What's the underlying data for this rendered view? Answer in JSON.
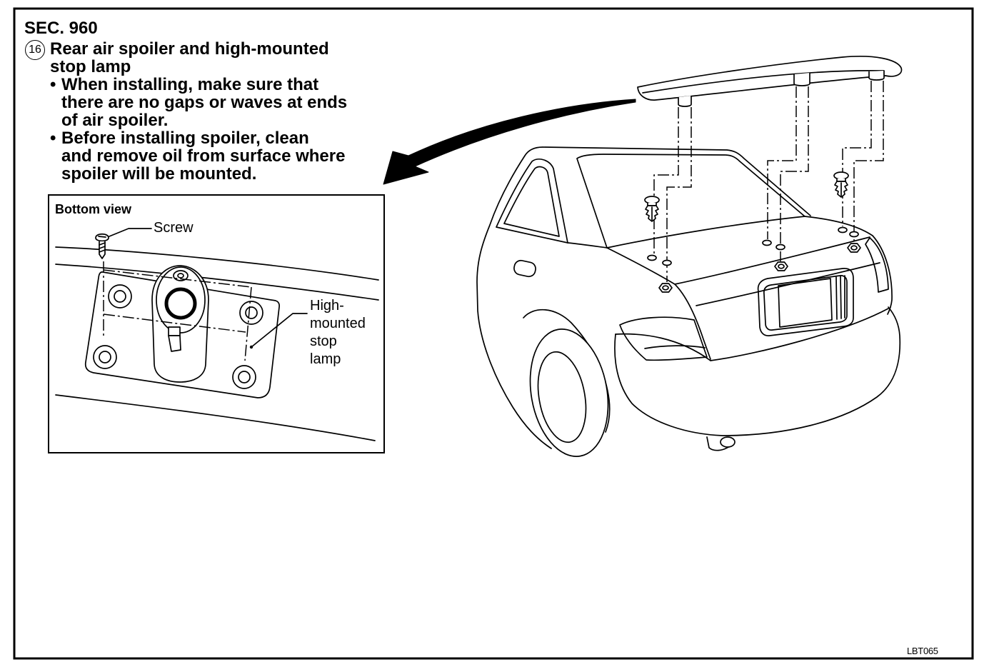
{
  "section": "SEC. 960",
  "item": {
    "number": "16",
    "title_lines": [
      "Rear air spoiler and high-mounted",
      "stop lamp"
    ],
    "bullets": [
      {
        "symbol": "•",
        "lines": [
          "When installing, make sure that",
          "there are no gaps or waves at ends",
          "of air spoiler."
        ]
      },
      {
        "symbol": "•",
        "lines": [
          "Before installing spoiler, clean",
          "and remove oil from surface where",
          "spoiler will be mounted."
        ]
      }
    ]
  },
  "inset": {
    "title": "Bottom view",
    "screw_label": "Screw",
    "stop_lamp_label_lines": [
      "High-",
      "mounted",
      "stop",
      "lamp"
    ]
  },
  "figure_code": "LBT065"
}
